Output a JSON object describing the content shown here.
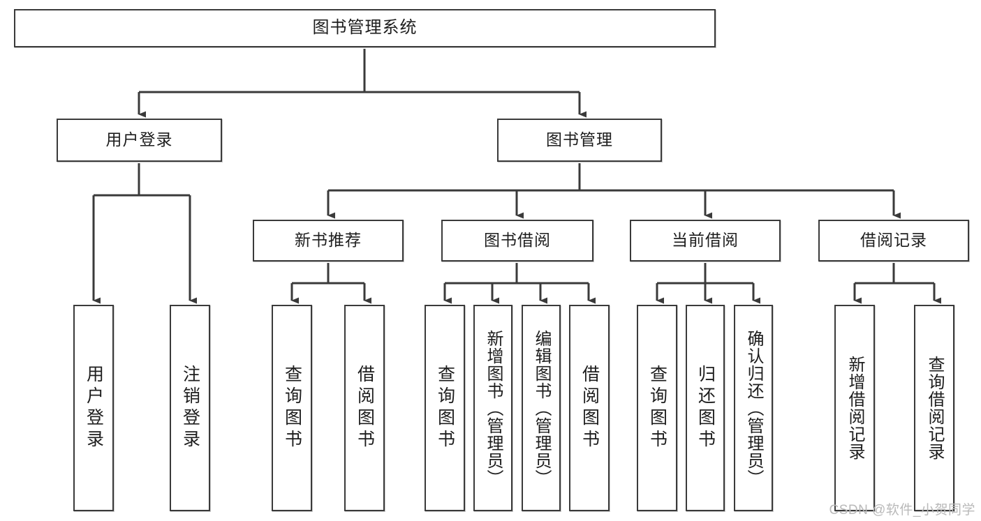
{
  "diagram": {
    "title": "图书管理系统",
    "type": "tree",
    "watermark": "CSDN @软件_小贺同学",
    "colors": {
      "box_border": "#3a3a3a",
      "box_fill": "#ffffff",
      "line": "#3a3a3a",
      "text": "#1d1d1d",
      "watermark": "#b9b9b9"
    }
  },
  "nodes": {
    "root": {
      "label": "图书管理系统"
    },
    "level2": [
      {
        "id": "user-login",
        "label": "用户登录"
      },
      {
        "id": "book-manage",
        "label": "图书管理"
      }
    ],
    "level3": [
      {
        "id": "new-book-rec",
        "label": "新书推荐"
      },
      {
        "id": "book-borrow",
        "label": "图书借阅"
      },
      {
        "id": "current-borrow",
        "label": "当前借阅"
      },
      {
        "id": "borrow-record",
        "label": "借阅记录"
      }
    ],
    "leaves": [
      {
        "id": "leaf-user-login",
        "label": "用户登录",
        "parent": "user-login"
      },
      {
        "id": "leaf-user-logout",
        "label": "注销登录",
        "parent": "user-login"
      },
      {
        "id": "leaf-query-book-1",
        "label": "查询图书",
        "parent": "new-book-rec"
      },
      {
        "id": "leaf-borrow-book-1",
        "label": "借阅图书",
        "parent": "new-book-rec"
      },
      {
        "id": "leaf-query-book-2",
        "label": "查询图书",
        "parent": "book-borrow"
      },
      {
        "id": "leaf-add-book",
        "label": "新增图书（管理员）",
        "parent": "book-borrow"
      },
      {
        "id": "leaf-edit-book",
        "label": "编辑图书（管理员）",
        "parent": "book-borrow"
      },
      {
        "id": "leaf-borrow-book-2",
        "label": "借阅图书",
        "parent": "book-borrow"
      },
      {
        "id": "leaf-query-book-3",
        "label": "查询图书",
        "parent": "current-borrow"
      },
      {
        "id": "leaf-return-book",
        "label": "归还图书",
        "parent": "current-borrow"
      },
      {
        "id": "leaf-confirm-return",
        "label": "确认归还（管理员）",
        "parent": "current-borrow"
      },
      {
        "id": "leaf-add-record",
        "label": "新增借阅记录",
        "parent": "borrow-record"
      },
      {
        "id": "leaf-query-record",
        "label": "查询借阅记录",
        "parent": "borrow-record"
      }
    ]
  }
}
